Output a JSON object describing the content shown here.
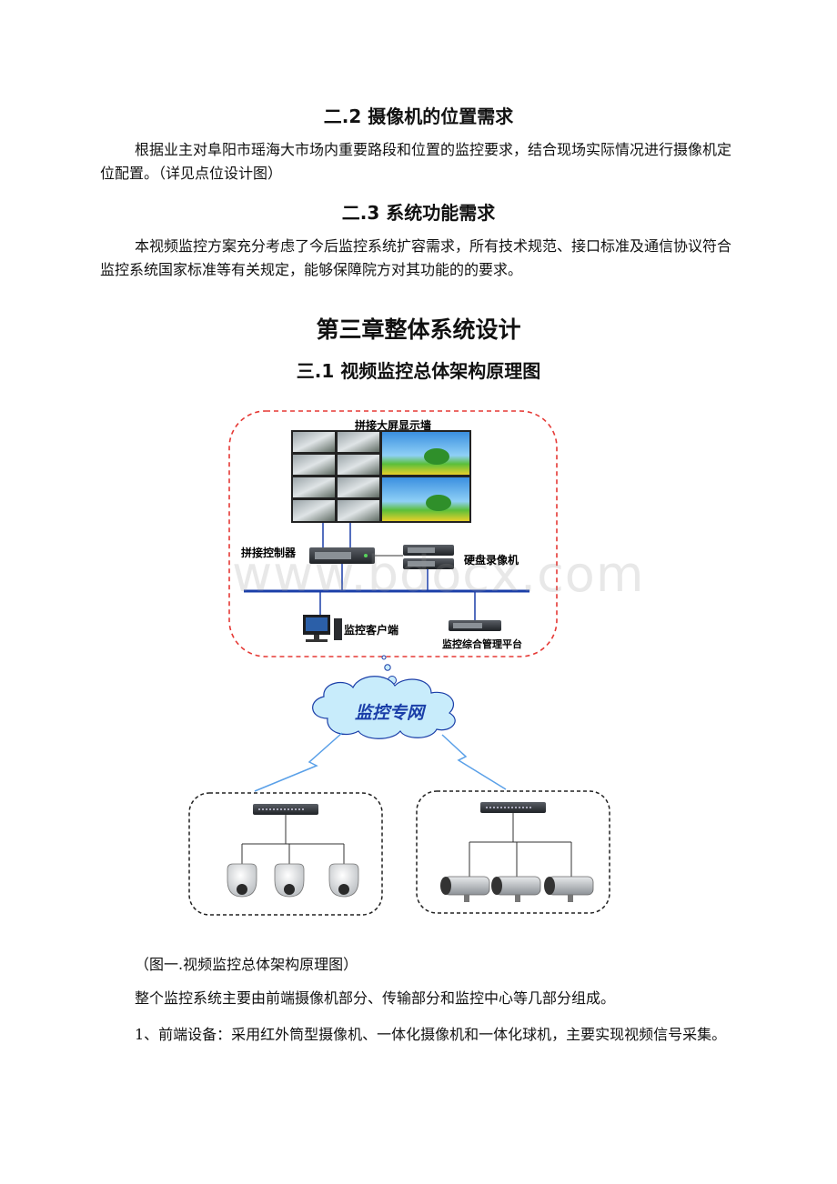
{
  "sections": {
    "s2_2": {
      "heading": "二.2 摄像机的位置需求",
      "paragraph": "根据业主对阜阳市瑶海大市场内重要路段和位置的监控要求，结合现场实际情况进行摄像机定位配置。（详见点位设计图）"
    },
    "s2_3": {
      "heading": "二.3 系统功能需求",
      "paragraph": "本视频监控方案充分考虑了今后监控系统扩容需求，所有技术规范、接口标准及通信协议符合监控系统国家标准等有关规定，能够保障院方对其功能的的要求。"
    },
    "chapter3": {
      "title": "第三章整体系统设计",
      "s3_1_heading": "三.1 视频监控总体架构原理图"
    }
  },
  "diagram": {
    "video_wall_label": "拼接大屏显示墙",
    "splice_controller_label": "拼接控制器",
    "dvr_label": "硬盘录像机",
    "client_label": "监控客户端",
    "platform_label": "监控综合管理平台",
    "network_label": "监控专网"
  },
  "watermark": "www.bdocx.com",
  "caption": "（图一.视频监控总体架构原理图）",
  "body": {
    "p1": "整个监控系统主要由前端摄像机部分、传输部分和监控中心等几部分组成。",
    "p2": "1、前端设备：采用红外筒型摄像机、一体化摄像机和一体化球机，主要实现视频信号采集。"
  },
  "colors": {
    "dashed_red": "#e53935",
    "network_line": "#1a3ea8",
    "cloud_fill": "#c8ecfb",
    "cloud_text": "#1a3ea8"
  }
}
